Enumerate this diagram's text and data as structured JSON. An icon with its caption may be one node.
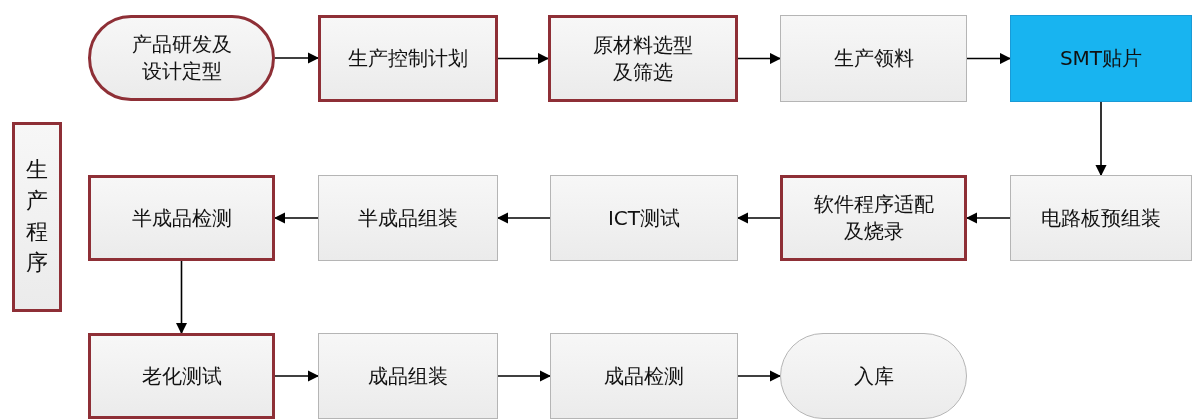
{
  "diagram": {
    "nodes": [
      {
        "text": [
          "产品研发及设计定型"
        ]
      },
      {
        "text": [
          "生产控制计划"
        ]
      },
      {
        "text": [
          "原材料选型及筛选"
        ]
      },
      {
        "text": [
          "生产领料"
        ]
      },
      {
        "text": [
          "SMT贴片"
        ]
      },
      {
        "text": [
          "电路板预组装"
        ]
      },
      {
        "text": [
          "软件程序适配及烧录"
        ]
      },
      {
        "text": [
          "ICT测试"
        ]
      },
      {
        "text": [
          "半成品组装"
        ]
      },
      {
        "text": [
          "半成品检测"
        ]
      },
      {
        "text": [
          "老化测试"
        ]
      },
      {
        "text": [
          "成品组装"
        ]
      },
      {
        "text": [
          "成品检测"
        ]
      },
      {
        "text": [
          "入库"
        ]
      },
      {
        "text": [
          "生产程序"
        ]
      }
    ],
    "edges": [
      {
        "from": 0,
        "to": 1,
        "arrow": "to"
      },
      {
        "from": 1,
        "to": 2,
        "arrow": "to"
      },
      {
        "from": 2,
        "to": 3,
        "arrow": "to"
      },
      {
        "from": 3,
        "to": 4,
        "arrow": "to"
      },
      {
        "from": 4,
        "to": 5,
        "arrow": "to"
      },
      {
        "from": 5,
        "to": 6,
        "arrow": "to"
      },
      {
        "from": 6,
        "to": 7,
        "arrow": "to"
      },
      {
        "from": 7,
        "to": 8,
        "arrow": "to"
      },
      {
        "from": 8,
        "to": 9,
        "arrow": "to"
      },
      {
        "from": 9,
        "to": 10,
        "arrow": "to"
      },
      {
        "from": 10,
        "to": 11,
        "arrow": "to"
      },
      {
        "from": 11,
        "to": 12,
        "arrow": "to"
      },
      {
        "from": 12,
        "to": 13,
        "arrow": "to"
      }
    ]
  }
}
